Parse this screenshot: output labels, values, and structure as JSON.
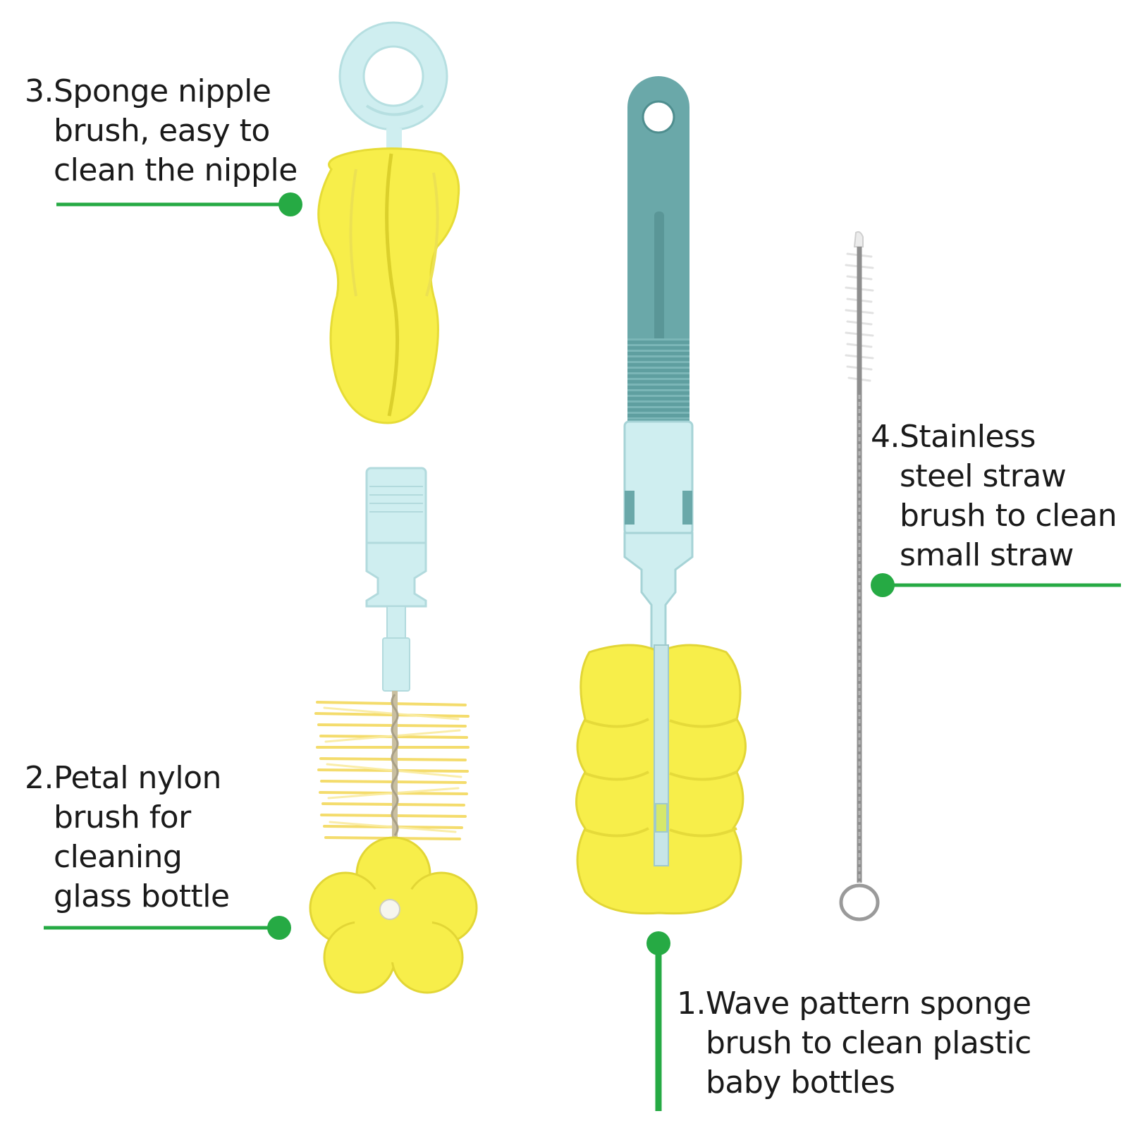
{
  "colors": {
    "leader": "#26aa44",
    "sponge": "#f7ee4a",
    "sponge_shade": "#e8dd32",
    "handle_dark": "#6aa8a9",
    "handle_light": "#cfeef0",
    "bristle": "#f6e480",
    "steel": "#9a9a9a"
  },
  "callouts": {
    "nipple_brush": {
      "number": "3.",
      "lines": [
        "Sponge nipple",
        "brush, easy to",
        "clean the nipple"
      ]
    },
    "petal_brush": {
      "number": "2.",
      "lines": [
        "Petal nylon",
        "brush for",
        "cleaning",
        "glass bottle"
      ]
    },
    "straw_brush": {
      "number": "4.",
      "lines": [
        "Stainless",
        "steel straw",
        "brush to clean",
        "small straw"
      ]
    },
    "wave_brush": {
      "number": "1.",
      "lines": [
        "Wave pattern sponge",
        "brush to clean plastic",
        "baby bottles"
      ]
    }
  }
}
